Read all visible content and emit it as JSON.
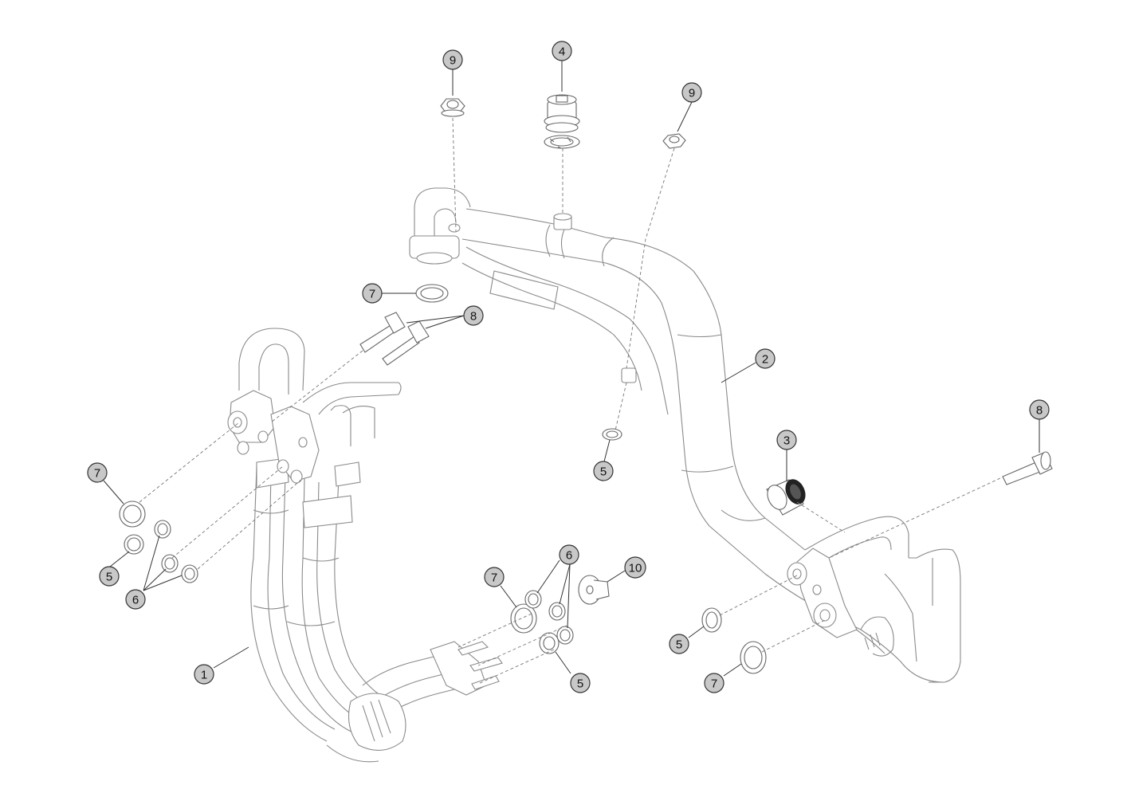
{
  "callouts": [
    {
      "id": "c1",
      "label": "1"
    },
    {
      "id": "c2",
      "label": "2"
    },
    {
      "id": "c3",
      "label": "3"
    },
    {
      "id": "c4",
      "label": "4"
    },
    {
      "id": "c5a",
      "label": "5"
    },
    {
      "id": "c5b",
      "label": "5"
    },
    {
      "id": "c5c",
      "label": "5"
    },
    {
      "id": "c5d",
      "label": "5"
    },
    {
      "id": "c6a",
      "label": "6"
    },
    {
      "id": "c6b",
      "label": "6"
    },
    {
      "id": "c7a",
      "label": "7"
    },
    {
      "id": "c7b",
      "label": "7"
    },
    {
      "id": "c7c",
      "label": "7"
    },
    {
      "id": "c7d",
      "label": "7"
    },
    {
      "id": "c8a",
      "label": "8"
    },
    {
      "id": "c8b",
      "label": "8"
    },
    {
      "id": "c9a",
      "label": "9"
    },
    {
      "id": "c9b",
      "label": "9"
    },
    {
      "id": "c10",
      "label": "10"
    }
  ],
  "colors": {
    "line": "#8a8a8a",
    "callout_fill": "#c8c8c8",
    "callout_stroke": "#333333",
    "part3_ring": "#222222"
  }
}
